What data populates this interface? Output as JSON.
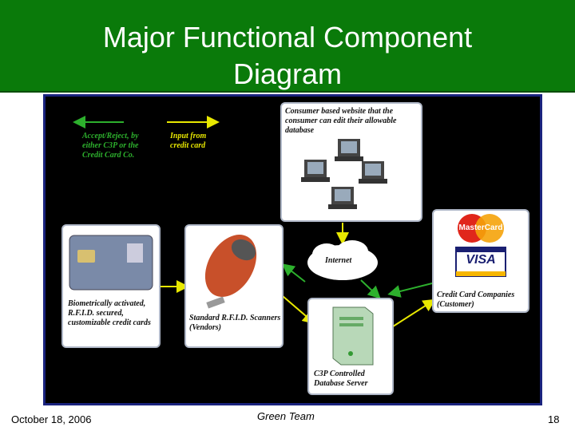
{
  "slide": {
    "title_line1": "Major Functional Component",
    "title_line2": "Diagram"
  },
  "legend": {
    "green_label": "Accept/Reject, by either C3P or the Credit Card Co.",
    "yellow_label": "Input from credit card"
  },
  "nodes": {
    "website_label": "Consumer based website that the consumer can edit their allowable database",
    "cards_label": "Biometrically activated, R.F.I.D. secured, customizable credit cards",
    "scanner_label": "Standard R.F.I.D. Scanners (Vendors)",
    "internet_label": "Internet",
    "server_label": "C3P Controlled Database Server",
    "cc_label": "Credit Card Companies (Customer)",
    "mastercard_logo": "MasterCard",
    "visa_logo": "VISA"
  },
  "footer": {
    "date": "October 18, 2006",
    "team": "Green Team",
    "page": "18"
  },
  "colors": {
    "title_bg": "#0a7a0a",
    "green_arrow": "#2db02d",
    "yellow_arrow": "#e8e800"
  }
}
